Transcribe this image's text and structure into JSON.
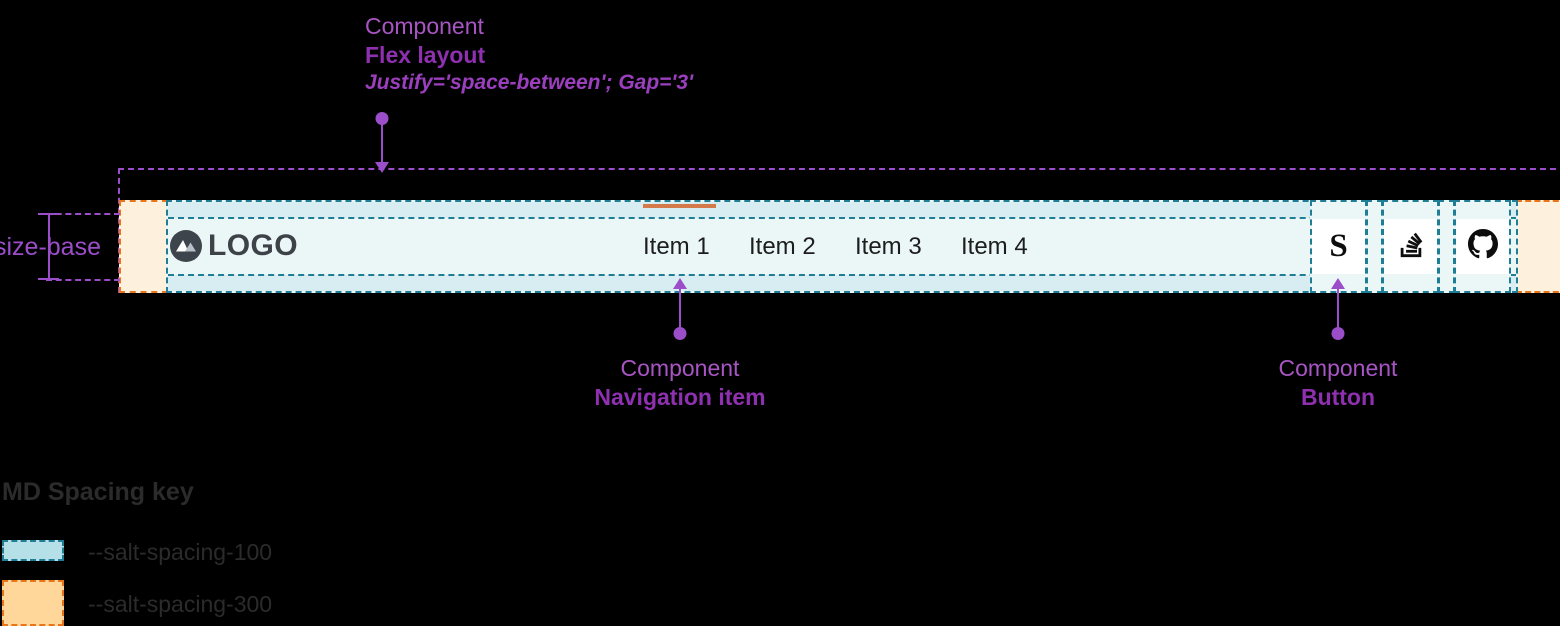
{
  "annotations": {
    "flex": {
      "kind": "Component",
      "name": "Flex layout",
      "props": "Justify='space-between'; Gap='3'"
    },
    "nav_item": {
      "kind": "Component",
      "name": "Navigation item"
    },
    "button": {
      "kind": "Component",
      "name": "Button"
    },
    "size_base": "size-base"
  },
  "navbar": {
    "logo": {
      "text": "LOGO",
      "icon": "mountain-circle-icon",
      "circle_color": "#3d444b",
      "peak_colors": [
        "#ffffff",
        "#b9bfc6"
      ]
    },
    "nav_items": [
      {
        "label": "Item 1",
        "active": true
      },
      {
        "label": "Item 2",
        "active": false
      },
      {
        "label": "Item 3",
        "active": false
      },
      {
        "label": "Item 4",
        "active": false
      }
    ],
    "active_indicator_color": "#d4794a",
    "icon_buttons": [
      {
        "icon": "salt-s-icon",
        "glyph": "S"
      },
      {
        "icon": "stack-overflow-icon"
      },
      {
        "icon": "github-icon"
      }
    ]
  },
  "spacing_key": {
    "title": "MD Spacing key",
    "entries": [
      {
        "token": "--salt-spacing-100",
        "swatch": "teal",
        "fill": "#b6e0e8",
        "stroke": "#1f7d96"
      },
      {
        "token": "--salt-spacing-300",
        "swatch": "orange",
        "fill": "#ffd79a",
        "stroke": "#e8751a"
      }
    ]
  },
  "colors": {
    "annotation_purple": "#9b4dca",
    "spacing_100_fill": "#ebf6f7",
    "spacing_100_stroke": "#1f7d96",
    "spacing_300_fill": "#fdf1dd",
    "spacing_300_stroke": "#e8751a",
    "surface": "#ffffff",
    "background": "#000000"
  }
}
